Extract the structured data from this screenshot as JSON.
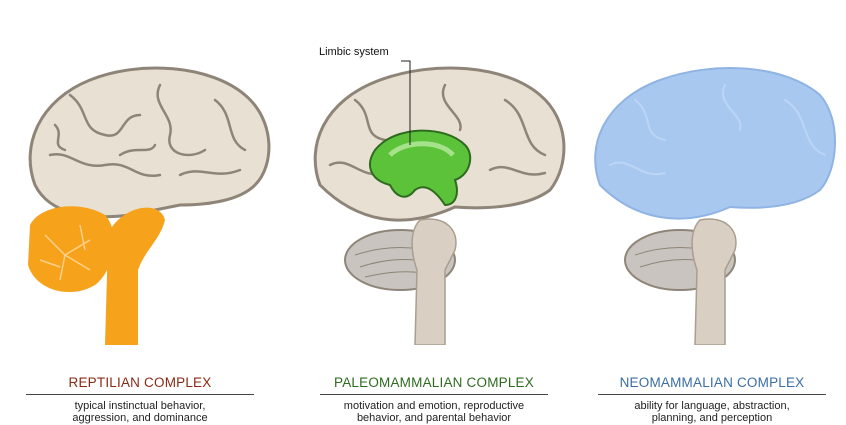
{
  "callout": {
    "label": "Limbic system"
  },
  "panels": [
    {
      "title": "REPTILIAN COMPLEX",
      "title_color": "#8a2a14",
      "description": "typical instinctual behavior,\naggression, and dominance",
      "highlight_color": "#f7a21b"
    },
    {
      "title": "PALEOMAMMALIAN COMPLEX",
      "title_color": "#2e6b1f",
      "description": "motivation and emotion, reproductive\nbehavior, and parental behavior",
      "highlight_color": "#5cc23a"
    },
    {
      "title": "NEOMAMMALIAN COMPLEX",
      "title_color": "#3a6ea5",
      "description": "ability for language, abstraction,\nplanning, and perception",
      "highlight_color": "#a9c8f0"
    }
  ],
  "colors": {
    "brain": "#e8e0d3",
    "brain_fold": "#8e8578",
    "cerebellum": "#c9c4bf",
    "stem": "#d9cfc2"
  }
}
